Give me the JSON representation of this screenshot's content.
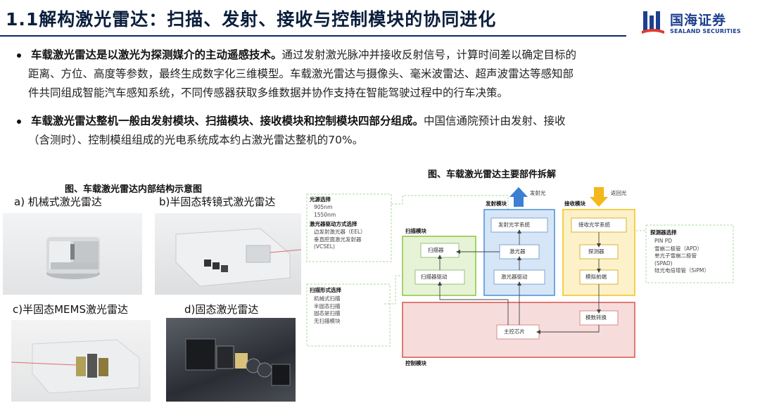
{
  "header": {
    "title": "1.1解构激光雷达：扫描、发射、接收与控制模块的协同进化",
    "logo_cn": "国海证券",
    "logo_en": "SEALAND SECURITIES"
  },
  "bullets": [
    {
      "bold": "车载激光雷达是以激光为探测媒介的主动遥感技术。",
      "line1_rest": "通过发射激光脉冲并接收反射信号，计算时间差以确定目标的",
      "line2": "距离、方位、高度等参数，最终生成数字化三维模型。车载激光雷达与摄像头、毫米波雷达、超声波雷达等感知部",
      "line3": "件共同组成智能汽车感知系统，不同传感器获取多维数据并协作支持在智能驾驶过程中的行车决策。"
    },
    {
      "bold": "车载激光雷达整机一般由发射模块、扫描模块、接收模块和控制模块四部分组成。",
      "line1_rest": "中国信通院预计由发射、接收",
      "line2": "（含测时）、控制模组组成的光电系统成本约占激光雷达整机的70%。"
    }
  ],
  "figure_left": {
    "caption": "图、车载激光雷达内部结构示意图",
    "panels": [
      {
        "label": "a) 机械式激光雷达"
      },
      {
        "label": "b)半固态转镜式激光雷达"
      },
      {
        "label": "c)半固态MEMS激光雷达"
      },
      {
        "label": "d)固态激光雷达"
      }
    ]
  },
  "figure_right": {
    "caption": "图、车载激光雷达主要部件拆解",
    "top_arrows": {
      "emit": "发射光",
      "return": "返回光"
    },
    "modules": {
      "scan": {
        "title": "扫描模块",
        "items": [
          "扫描器",
          "扫描器驱动"
        ]
      },
      "emit": {
        "title": "发射模块",
        "items": [
          "发射光学系统",
          "激光器",
          "激光器驱动"
        ]
      },
      "receive": {
        "title": "接收模块",
        "items": [
          "接收光学系统",
          "探测器",
          "模拟前端"
        ]
      },
      "control": {
        "title": "控制模块",
        "items": [
          "模数转换",
          "主控芯片"
        ]
      }
    },
    "side_boxes": {
      "light_source": {
        "title1": "光源选择",
        "list1": [
          "905nm",
          "1550nm"
        ],
        "title2": "激光器驱动方式选择",
        "list2": [
          "边发射激光器（EEL）",
          "垂直腔面激光发射器",
          "(VCSEL)"
        ]
      },
      "scan_form": {
        "title": "扫描形式选择",
        "list": [
          "机械式扫描",
          "半固态扫描",
          "固态是扫描",
          "无扫描模块"
        ]
      },
      "detector": {
        "title": "探测器选择",
        "list": [
          "PIN PD",
          "雪崩二极管（APD）",
          "单光子雪崩二极管",
          "(SPAD)",
          "硅光电倍增管（SiPM）"
        ]
      }
    },
    "colors": {
      "scan": "#8cc63f",
      "emit": "#4a8fd8",
      "receive": "#f2c21b",
      "control": "#d9534f",
      "side": "#bfe3a6"
    }
  }
}
